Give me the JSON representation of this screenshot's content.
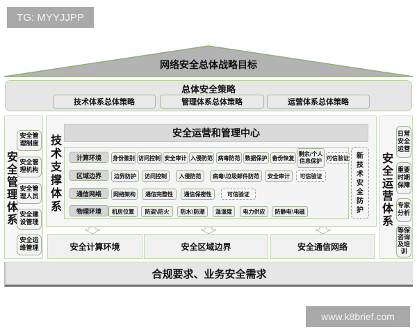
{
  "watermarks": {
    "top_left": "TG: MYYJJPP",
    "bottom_right": "www.k8brief.com"
  },
  "roof": {
    "title": "网络安全总体战略目标"
  },
  "strategy": {
    "title": "总体安全策略",
    "items": [
      "技术体系总体策略",
      "管理体系总体策略",
      "运营体系总体策略"
    ]
  },
  "management": {
    "title": "安全管理体系",
    "title_chars": [
      "安",
      "全",
      "管",
      "理",
      "体",
      "系"
    ],
    "items": [
      {
        "line1": "安全管",
        "line2": "理制度"
      },
      {
        "line1": "安全管",
        "line2": "理机构"
      },
      {
        "line1": "安全管",
        "line2": "理人员"
      },
      {
        "line1": "安全建",
        "line2": "设管理"
      },
      {
        "line1": "安全运",
        "line2": "维管理"
      }
    ]
  },
  "technical": {
    "title": "技术支撑体系",
    "title_chars": [
      "技",
      "术",
      "支",
      "撑",
      "体",
      "系"
    ],
    "soc": "安全运营和管理中心",
    "rows": [
      {
        "label": "计算环境",
        "chips": [
          "身份鉴别",
          "访问控制",
          "安全审计",
          "入侵防范",
          "病毒防范",
          "数据保护",
          "备份恢复",
          "剩余/个人",
          "信息保护",
          "可信验证"
        ]
      },
      {
        "label": "区域边界",
        "chips": [
          "边界防护",
          "访问控制",
          "入侵防范",
          "病毒\\垃圾邮件防范",
          "安全审计",
          "可信验证"
        ]
      },
      {
        "label": "通信网络",
        "chips": [
          "网络架构",
          "通信完整性",
          "通信保密性",
          "可信验证"
        ]
      },
      {
        "label": "物理环境",
        "chips": [
          "机房位置",
          "防盗\\防火",
          "防水\\防潮",
          "温湿度",
          "电力供应",
          "防静电\\电磁"
        ]
      }
    ],
    "new_tech": "新技术安全防护"
  },
  "environments": [
    "安全计算环境",
    "安全区域边界",
    "安全通信网络"
  ],
  "operations": {
    "title": "安全运营体系",
    "title_chars": [
      "安",
      "全",
      "运",
      "营",
      "体",
      "系"
    ],
    "items": [
      {
        "lines": [
          "日常",
          "安全",
          "运营"
        ]
      },
      {
        "lines": [
          "重要",
          "时期",
          "保障"
        ]
      },
      {
        "lines": [
          "专家",
          "分析"
        ]
      },
      {
        "lines": [
          "等保",
          "咨询",
          "及培",
          "训"
        ]
      }
    ]
  },
  "base": {
    "title": "合规要求、业务安全需求"
  },
  "colors": {
    "roof_fill": "#b3b3b3",
    "roof_edge": "#8fb07a",
    "panel_border": "#c9dbbd",
    "chip_border": "#9fb28f",
    "watermark_bg": "#a9a9a9"
  }
}
